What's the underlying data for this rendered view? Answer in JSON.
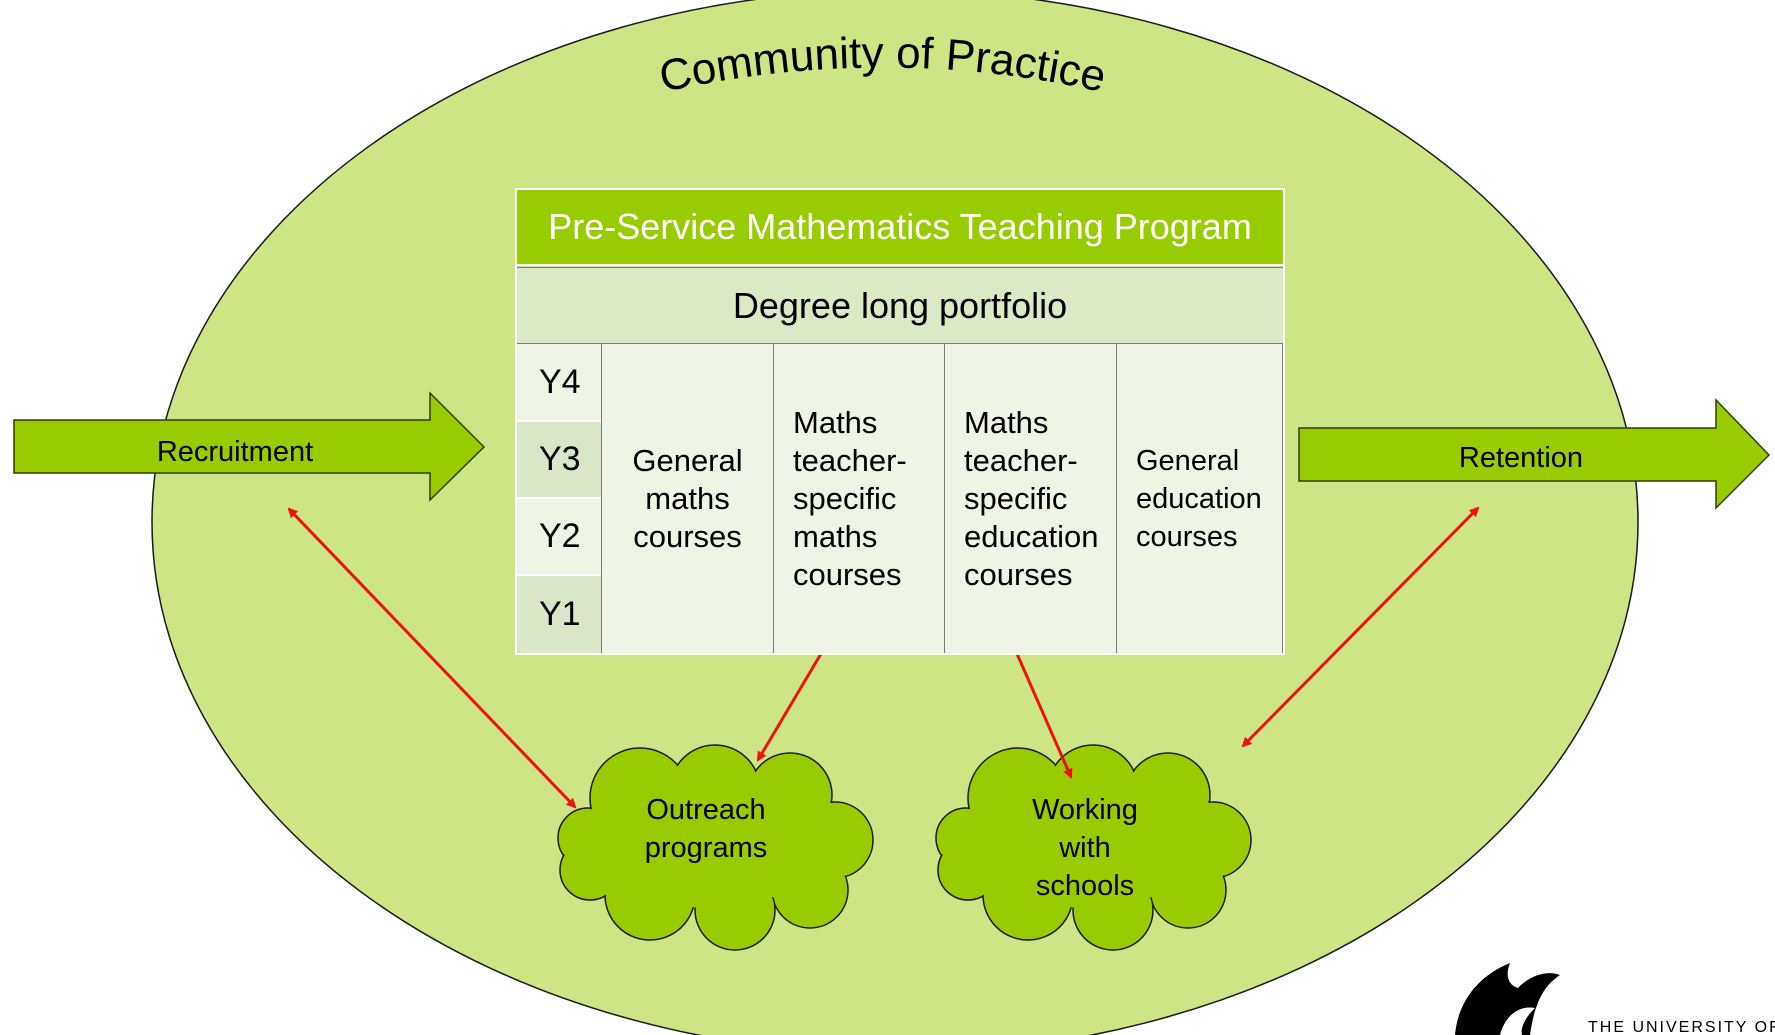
{
  "title": "Community of Practice",
  "program": {
    "title": "Pre-Service Mathematics Teaching Program",
    "portfolio": "Degree long portfolio",
    "years": [
      "Y4",
      "Y3",
      "Y2",
      "Y1"
    ],
    "columns": [
      "General\nmaths\ncourses",
      "Maths\nteacher-\nspecific\nmaths\ncourses",
      "Maths\nteacher-\nspecific\neducation\ncourses",
      "General\neducation\ncourses"
    ]
  },
  "arrows": {
    "recruitment": "Recruitment",
    "retention": "Retention"
  },
  "clouds": {
    "outreach": [
      "Outreach",
      "programs"
    ],
    "schools": [
      "Working",
      "with",
      "schools"
    ]
  },
  "logo": {
    "text": "THE UNIVERSITY OF"
  },
  "colors": {
    "ellipse": "#cde584",
    "green": "#99cc00",
    "connector": "#ee1111"
  }
}
